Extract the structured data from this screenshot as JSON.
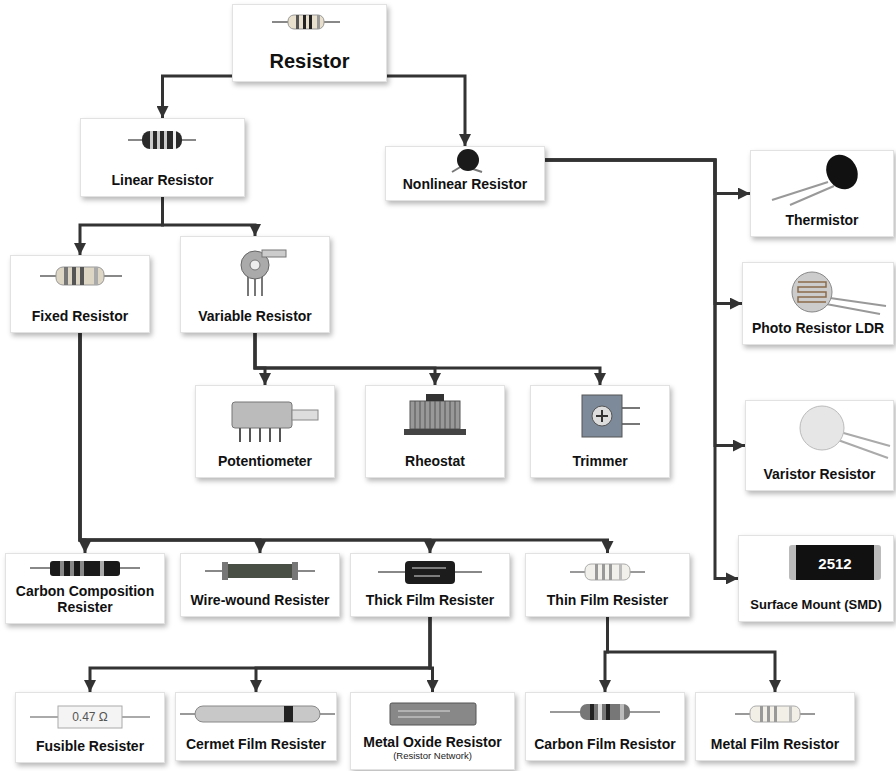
{
  "diagram": {
    "nodes": [
      {
        "text": [
          "Resistor"
        ]
      },
      {
        "text": [
          "Linear Resistor"
        ]
      },
      {
        "text": [
          "Nonlinear Resistor"
        ]
      },
      {
        "text": [
          "Thermistor"
        ]
      },
      {
        "text": [
          "Fixed Resistor"
        ]
      },
      {
        "text": [
          "Variable Resistor"
        ]
      },
      {
        "text": [
          "Photo Resistor LDR"
        ]
      },
      {
        "text": [
          "Potentiometer"
        ]
      },
      {
        "text": [
          "Rheostat"
        ]
      },
      {
        "text": [
          "Trimmer"
        ]
      },
      {
        "text": [
          "Varistor Resistor"
        ]
      },
      {
        "text": [
          "Carbon Composition Resister"
        ]
      },
      {
        "text": [
          "Wire-wound Resister"
        ]
      },
      {
        "text": [
          "Thick Film Resister"
        ]
      },
      {
        "text": [
          "Thin Film Resister"
        ]
      },
      {
        "text": [
          "Surface Mount (SMD)"
        ]
      },
      {
        "text": [
          "Fusible Resister"
        ]
      },
      {
        "text": [
          "Cermet Film Resister"
        ]
      },
      {
        "text": [
          "Metal Oxide Resistor",
          "(Resistor Network)"
        ]
      },
      {
        "text": [
          "Carbon Film Resistor"
        ]
      },
      {
        "text": [
          "Metal Film Resistor"
        ]
      }
    ],
    "edges": [
      {
        "from": 0,
        "to": 1,
        "arrow": "to"
      },
      {
        "from": 0,
        "to": 2,
        "arrow": "to"
      },
      {
        "from": 1,
        "to": 4,
        "arrow": "to"
      },
      {
        "from": 1,
        "to": 5,
        "arrow": "to"
      },
      {
        "from": 2,
        "to": 3,
        "arrow": "to"
      },
      {
        "from": 2,
        "to": 6,
        "arrow": "to"
      },
      {
        "from": 2,
        "to": 10,
        "arrow": "to"
      },
      {
        "from": 2,
        "to": 15,
        "arrow": "to"
      },
      {
        "from": 5,
        "to": 7,
        "arrow": "to"
      },
      {
        "from": 5,
        "to": 8,
        "arrow": "to"
      },
      {
        "from": 5,
        "to": 9,
        "arrow": "to"
      },
      {
        "from": 4,
        "to": 11,
        "arrow": "to"
      },
      {
        "from": 4,
        "to": 12,
        "arrow": "to"
      },
      {
        "from": 4,
        "to": 13,
        "arrow": "to"
      },
      {
        "from": 4,
        "to": 14,
        "arrow": "to"
      },
      {
        "from": 13,
        "to": 16,
        "arrow": "to"
      },
      {
        "from": 13,
        "to": 17,
        "arrow": "to"
      },
      {
        "from": 13,
        "to": 18,
        "arrow": "to"
      },
      {
        "from": 14,
        "to": 19,
        "arrow": "to"
      },
      {
        "from": 14,
        "to": 20,
        "arrow": "to"
      }
    ],
    "labels": [
      "0.47 Ω",
      "2512"
    ]
  }
}
